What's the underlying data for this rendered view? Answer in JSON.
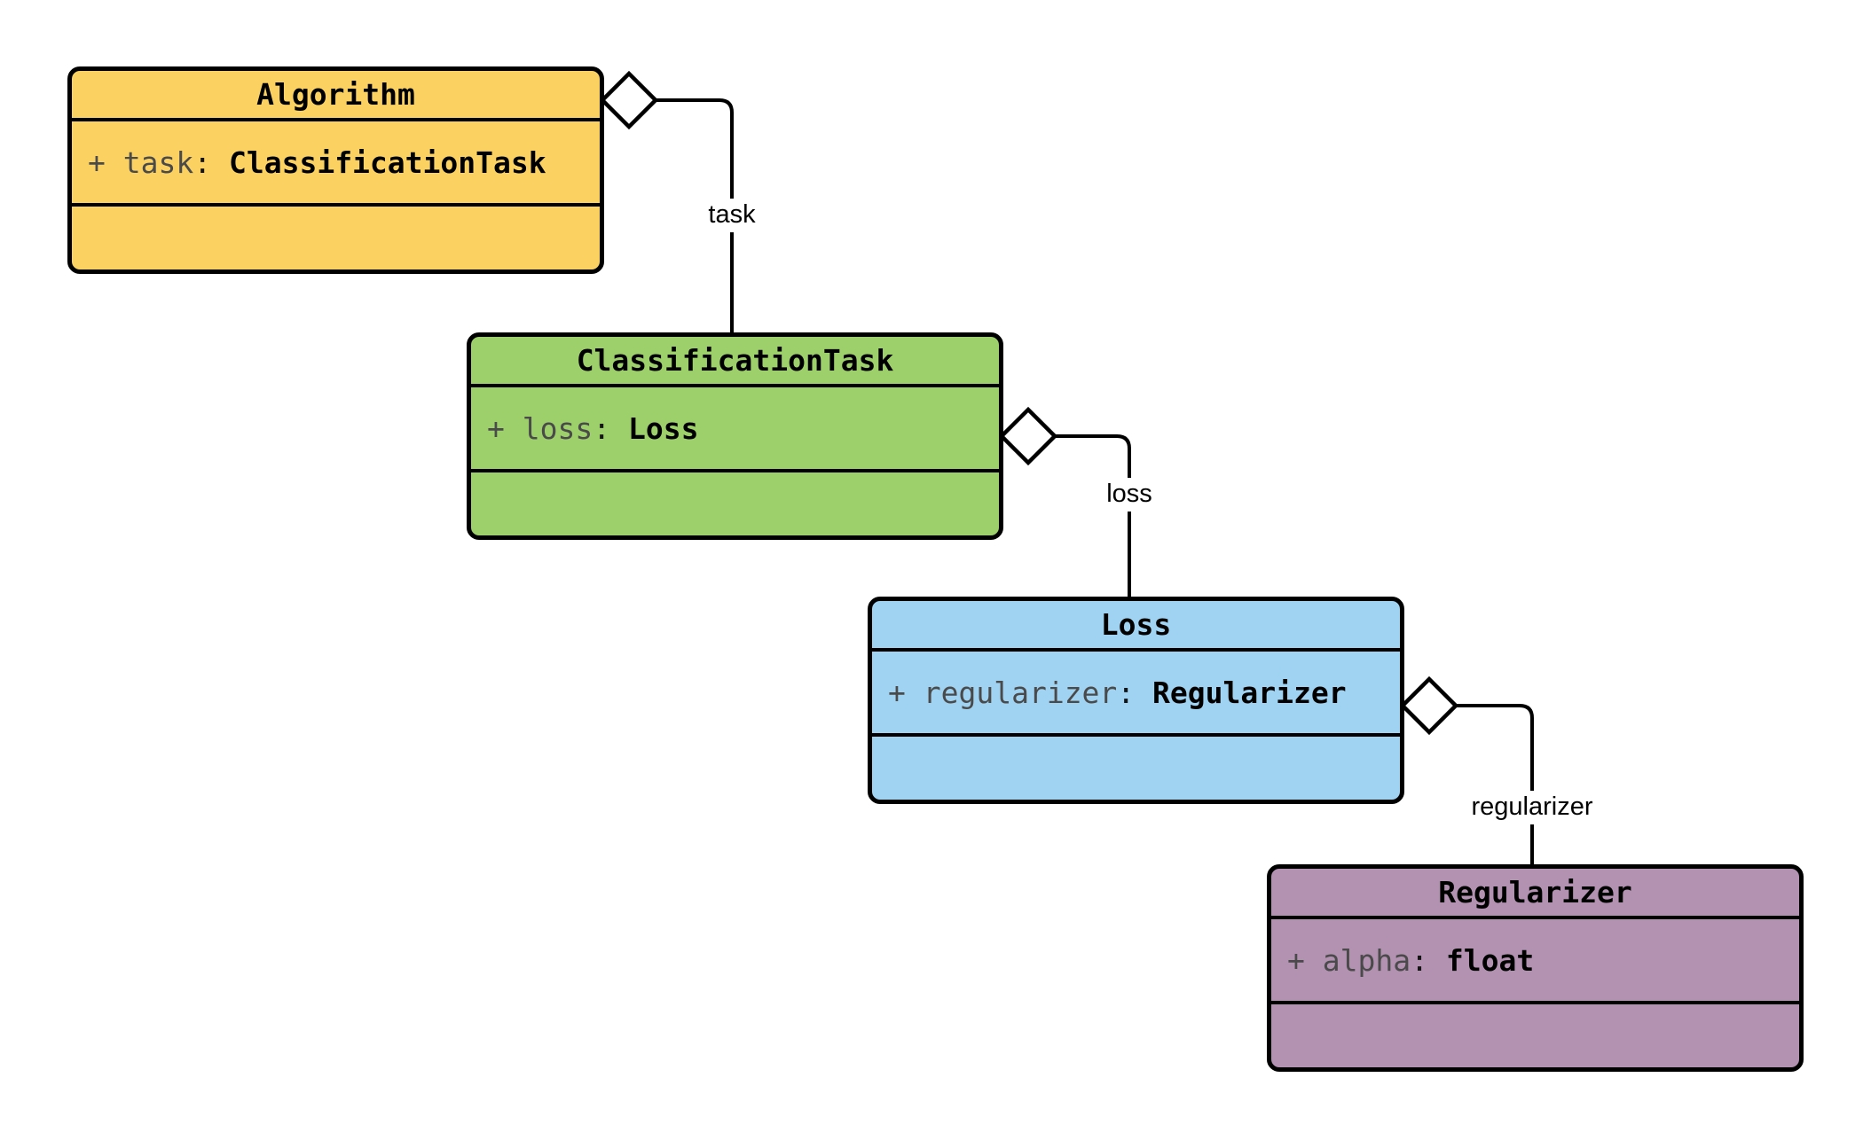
{
  "diagram": {
    "background_color": "#FFFFFF",
    "stroke_color": "#000000",
    "attribute_name_color": "#4A4A4A",
    "classes": [
      {
        "name": "Algorithm",
        "fill": "#FBD261",
        "attribute": {
          "prefix": "+",
          "name": "task",
          "colon": ":",
          "type": "ClassificationTask"
        }
      },
      {
        "name": "ClassificationTask",
        "fill": "#9DCF6A",
        "attribute": {
          "prefix": "+",
          "name": "loss",
          "colon": ":",
          "type": "Loss"
        }
      },
      {
        "name": "Loss",
        "fill": "#A0D3F2",
        "attribute": {
          "prefix": "+",
          "name": "regularizer",
          "colon": ":",
          "type": "Regularizer"
        }
      },
      {
        "name": "Regularizer",
        "fill": "#B291B1",
        "attribute": {
          "prefix": "+",
          "name": "alpha",
          "colon": ":",
          "type": "float"
        }
      }
    ],
    "relationships": [
      {
        "label": "task",
        "from": "Algorithm",
        "to": "ClassificationTask",
        "kind": "aggregation"
      },
      {
        "label": "loss",
        "from": "ClassificationTask",
        "to": "Loss",
        "kind": "aggregation"
      },
      {
        "label": "regularizer",
        "from": "Loss",
        "to": "Regularizer",
        "kind": "aggregation"
      }
    ]
  }
}
